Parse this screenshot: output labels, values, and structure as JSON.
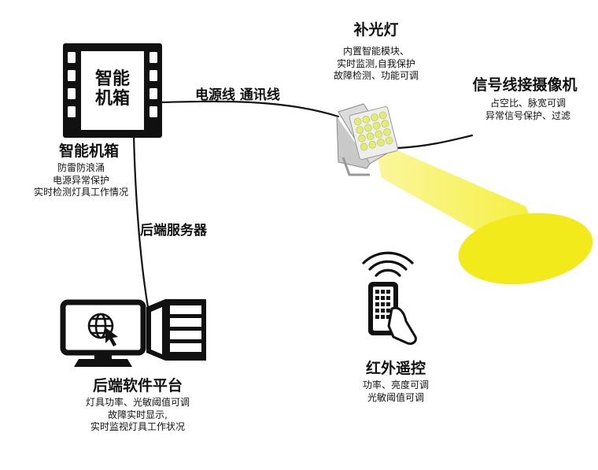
{
  "smart_box": {
    "icon_line1": "智能",
    "icon_line2": "机箱",
    "title": "智能机箱",
    "features": [
      "防雷防浪涌",
      "电源异常保护",
      "实时检测灯具工作情况"
    ]
  },
  "light": {
    "title": "补光灯",
    "features": [
      "内置智能模块、",
      "实时监测,自我保护",
      "故障检测、功能可调"
    ]
  },
  "cable_label": "电源线 通讯线",
  "signal": {
    "title": "信号线接摄像机",
    "features": [
      "占空比、脉宽可调",
      "异常信号保护、过滤"
    ]
  },
  "server_label": "后端服务器",
  "platform": {
    "title": "后端软件平台",
    "features": [
      "灯具功率、光敏阈值可调",
      "故障实时显示,",
      "实时监视灯具工作状况"
    ]
  },
  "remote": {
    "title": "红外遥控",
    "features": [
      "功率、亮度可调",
      "光敏阈值可调"
    ]
  },
  "colors": {
    "beam": "#f5ef3a",
    "beam_end": "#f3ea1c",
    "line": "#111111",
    "led": "#e8f08a"
  },
  "icons": [
    "film-box-icon",
    "spotlight-icon",
    "monitor-globe-icon",
    "server-rack-icon",
    "remote-control-icon",
    "wifi-signal-icon",
    "hand-icon"
  ]
}
